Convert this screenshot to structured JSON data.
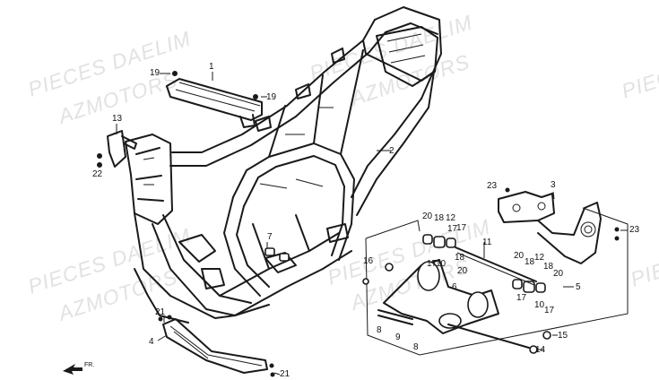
{
  "watermark": {
    "line1": "PIECES DAELIM",
    "line2": "AZMOTORS",
    "line3": "PIECES"
  },
  "direction_label": "FR.",
  "callouts": {
    "c1": "1",
    "c2": "2",
    "c3": "3",
    "c4": "4",
    "c5": "5",
    "c6": "6",
    "c7": "7",
    "c8": "8",
    "c9": "9",
    "c10": "10",
    "c11": "11",
    "c12": "12",
    "c13": "13",
    "c14": "14",
    "c15": "15",
    "c16": "16",
    "c17": "17",
    "c18": "18",
    "c19": "19",
    "c20": "20",
    "c21": "21",
    "c22": "22",
    "c23": "23"
  }
}
